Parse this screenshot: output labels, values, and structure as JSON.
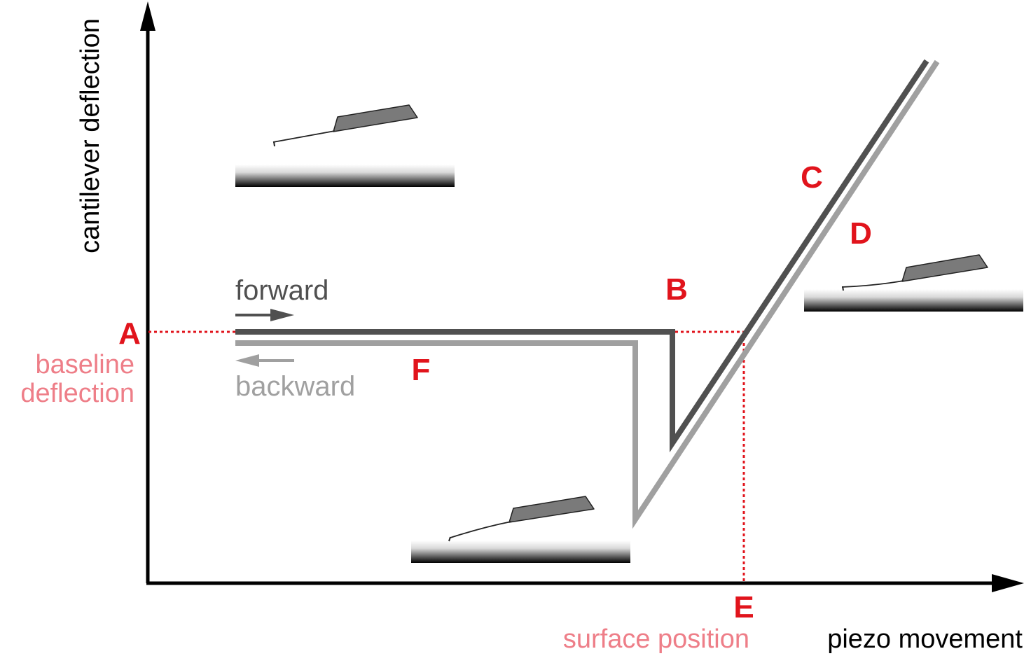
{
  "axes": {
    "y_label": "cantilever deflection",
    "x_label": "piezo movement"
  },
  "legend": {
    "forward_label": "forward",
    "backward_label": "backward"
  },
  "points": {
    "A": "A",
    "B": "B",
    "C": "C",
    "D": "D",
    "E": "E",
    "F": "F"
  },
  "annotations": {
    "baseline_line1": "baseline",
    "baseline_line2": "deflection",
    "surface_position": "surface position"
  },
  "colors": {
    "forward": "#505050",
    "backward": "#a0a0a0",
    "accent_red": "#e1141c",
    "accent_pink": "#ee7e88",
    "axis": "#000000",
    "tip": "#7a7a7a"
  }
}
